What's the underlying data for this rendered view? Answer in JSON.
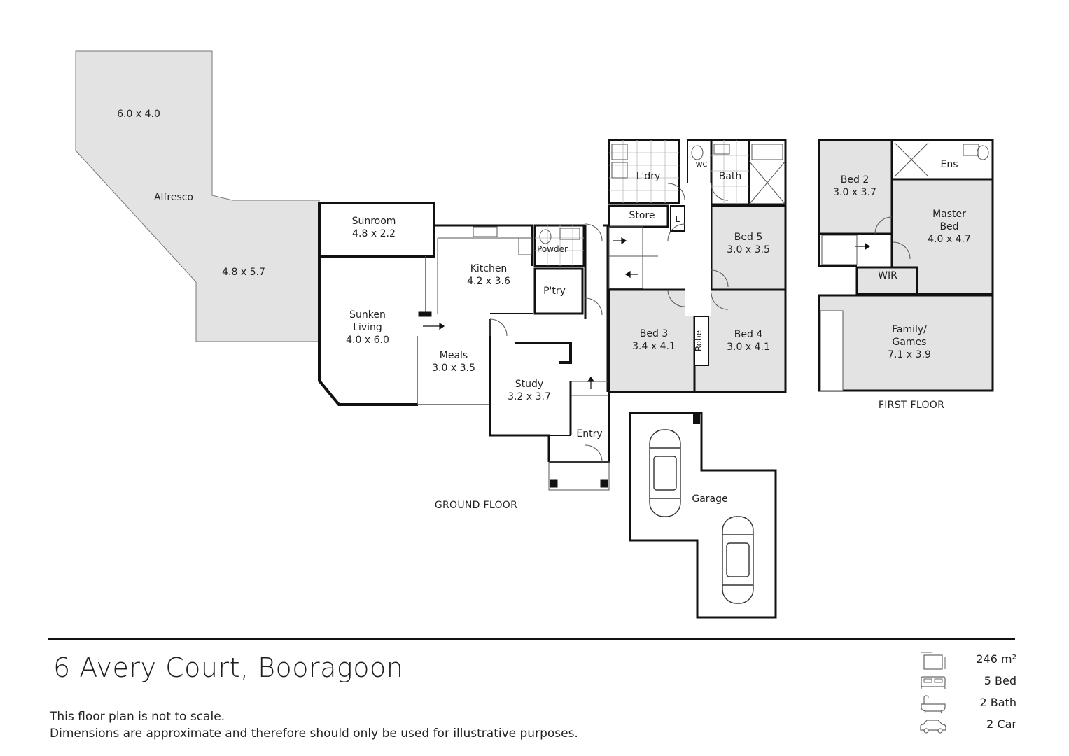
{
  "floorplan": {
    "ground_floor_title": "GROUND FLOOR",
    "first_floor_title": "FIRST FLOOR",
    "alfresco": {
      "label": "Alfresco",
      "dim_upper": "6.0 x 4.0",
      "dim_lower": "4.8 x 5.7"
    },
    "ground_rooms": {
      "sunroom": {
        "name": "Sunroom",
        "dims": "4.8 x 2.2"
      },
      "sunken_living": {
        "name_line1": "Sunken",
        "name_line2": "Living",
        "dims": "4.0 x 6.0"
      },
      "kitchen": {
        "name": "Kitchen",
        "dims": "4.2 x 3.6"
      },
      "meals": {
        "name": "Meals",
        "dims": "3.0 x 3.5"
      },
      "powder": {
        "name": "Powder"
      },
      "pantry": {
        "name": "P'try"
      },
      "study": {
        "name": "Study",
        "dims": "3.2 x 3.7"
      },
      "entry": {
        "name": "Entry"
      },
      "laundry": {
        "name": "L'dry"
      },
      "wc": {
        "name": "WC"
      },
      "bath": {
        "name": "Bath"
      },
      "store": {
        "name": "Store"
      },
      "linen": {
        "name": "L"
      },
      "bed5": {
        "name": "Bed 5",
        "dims": "3.0 x 3.5"
      },
      "bed3": {
        "name": "Bed 3",
        "dims": "3.4 x 4.1"
      },
      "robe": {
        "name": "Robe"
      },
      "bed4": {
        "name": "Bed 4",
        "dims": "3.0 x 4.1"
      },
      "garage": {
        "name": "Garage"
      }
    },
    "first_rooms": {
      "bed2": {
        "name": "Bed 2",
        "dims": "3.0 x 3.7"
      },
      "ensuite": {
        "name": "Ens"
      },
      "master": {
        "name_line1": "Master",
        "name_line2": "Bed",
        "dims": "4.0 x 4.7"
      },
      "wir": {
        "name": "WIR"
      },
      "family": {
        "name_line1": "Family/",
        "name_line2": "Games",
        "dims": "7.1 x 3.9"
      }
    }
  },
  "footer": {
    "address": "6 Avery Court, Booragoon",
    "disclaimer_line1": "This floor plan is not to scale.",
    "disclaimer_line2": "Dimensions are approximate and therefore should only be used for illustrative purposes.",
    "stats": [
      {
        "icon": "area-icon",
        "text": "246 m²"
      },
      {
        "icon": "bed-icon",
        "text": "5 Bed"
      },
      {
        "icon": "bath-icon",
        "text": "2 Bath"
      },
      {
        "icon": "car-icon",
        "text": "2 Car"
      }
    ]
  },
  "colors": {
    "shaded_room": "#e3e3e3",
    "wall": "#111111",
    "thin_line": "#555555"
  }
}
